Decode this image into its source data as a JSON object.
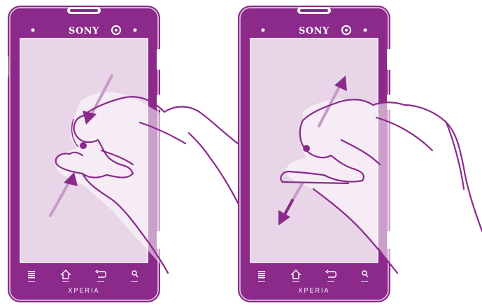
{
  "phones": [
    {
      "brand": "SONY",
      "model": "XPERIA",
      "gesture": "pinch-close",
      "nav_icons": [
        "menu-icon",
        "home-icon",
        "back-icon",
        "search-icon"
      ]
    },
    {
      "brand": "SONY",
      "model": "XPERIA",
      "gesture": "spread-open",
      "nav_icons": [
        "menu-icon",
        "home-icon",
        "back-icon",
        "search-icon"
      ]
    }
  ],
  "colors": {
    "body": "#8b2a8b",
    "body_dark": "#6e1c6e",
    "screen": "#e8d6e8",
    "screen_shade": "#dcc4dc",
    "hand_outline": "#8b2a8b",
    "arrow": "#8b2a8b",
    "arrow_faded": "#c79ac7"
  }
}
